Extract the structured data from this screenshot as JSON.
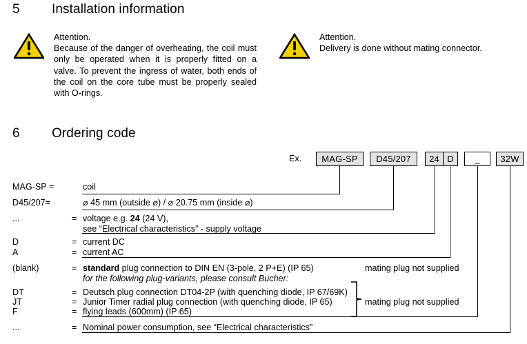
{
  "sections": {
    "installation": {
      "number": "5",
      "title": "Installation information"
    },
    "ordering": {
      "number": "6",
      "title": "Ordering code"
    }
  },
  "warnings": [
    {
      "icon": "warning-triangle-icon",
      "title": "Attention.",
      "text": "Because of the danger of overheating, the coil must only be operated when it is properly fitted on a valve. To prevent the ingress of water, both ends of the coil on the core tube must be properly sealed with O-rings."
    },
    {
      "icon": "warning-triangle-icon",
      "title": "Attention.",
      "text": "Delivery is done without mating connector."
    }
  ],
  "example": {
    "label": "Ex.",
    "boxes": [
      {
        "name": "code-box-mag-sp",
        "text": "MAG-SP",
        "filled": true
      },
      {
        "name": "code-box-d45-207",
        "text": "D45/207",
        "filled": true
      },
      {
        "name": "code-box-voltage",
        "text": "24",
        "filled": true
      },
      {
        "name": "code-box-current",
        "text": "D",
        "filled": true
      },
      {
        "name": "code-box-plug",
        "text": "_",
        "filled": false
      },
      {
        "name": "code-box-power",
        "text": "32W",
        "filled": true
      }
    ]
  },
  "legend": {
    "rows": [
      {
        "key": "MAG-SP =",
        "eq": "",
        "value": "coil"
      },
      {
        "key": "D45/207=",
        "eq": "",
        "value": "⌀ 45 mm (outside ⌀) / ⌀ 20.75 mm (inside ⌀)"
      },
      {
        "key": "...",
        "eq": "=",
        "value": "voltage e.g. 24 (24 V),",
        "value_bold": "24",
        "value2": "see “Electrical characteristics” - supply voltage"
      },
      {
        "key": "D",
        "eq": "=",
        "value": "current  DC"
      },
      {
        "key": "A",
        "eq": "=",
        "value": "current  AC"
      },
      {
        "key": "(blank)",
        "eq": "=",
        "value": "standard plug connection to DIN EN (3-pole, 2 P+E) (IP 65)",
        "value_bold": "standard",
        "value2": "for the following plug-variants, please consult Bucher:",
        "right": "mating plug not supplied"
      },
      {
        "key": "DT",
        "eq": "=",
        "value": "Deutsch plug connection DT04-2P (with quenching diode, IP 67/69K)"
      },
      {
        "key": "JT",
        "eq": "=",
        "value": "Junior Timer radial plug connection (with quenching diode, IP 65)",
        "right": "mating plug not supplied"
      },
      {
        "key": "F",
        "eq": "=",
        "value": "flying leads (600mm) (IP 65)"
      },
      {
        "key": "...",
        "eq": "=",
        "value": "Nominal power consumption, see “Electrical characteristics”"
      }
    ]
  },
  "colors": {
    "warning_yellow": "#f5d000",
    "box_fill": "#e3e3e3",
    "line": "#000000",
    "line_gray": "#9a9a9a",
    "text": "#000000"
  }
}
